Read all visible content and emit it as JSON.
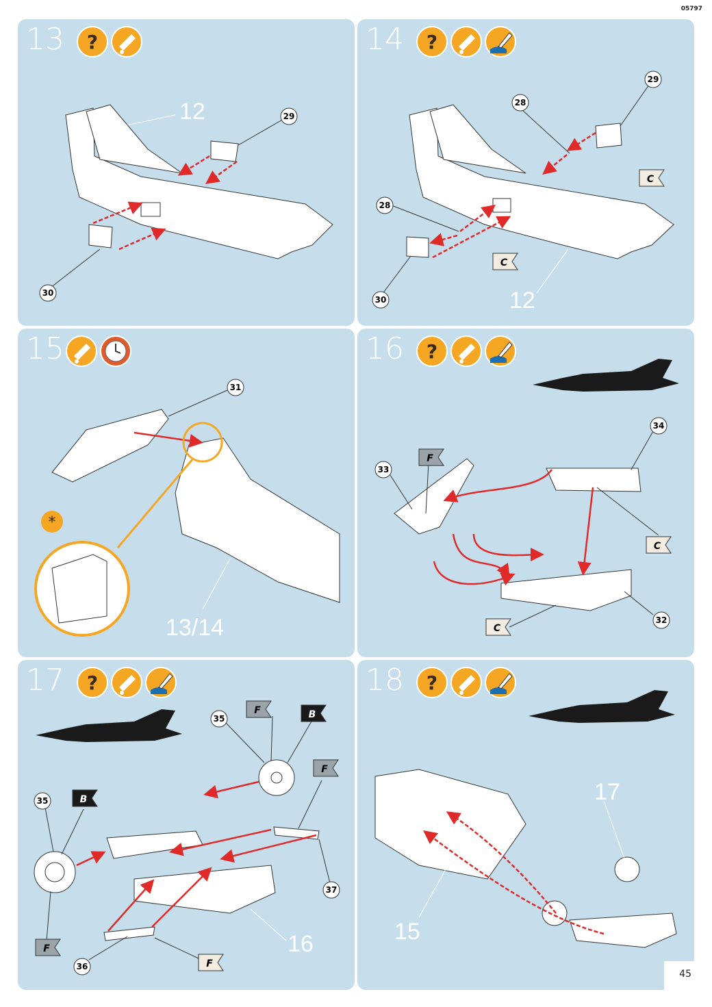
{
  "doc_code": "05797",
  "page_number": "45",
  "colors": {
    "panel": "#c6deec",
    "accent_orange": "#f5a623",
    "arrow_red": "#e02a2a"
  },
  "steps": [
    {
      "number": "13",
      "icons": [
        "question-icon",
        "glue-icon"
      ],
      "callouts": [
        "12",
        "29",
        "30"
      ]
    },
    {
      "number": "14",
      "icons": [
        "question-icon",
        "glue-icon",
        "paint-icon"
      ],
      "callouts": [
        "28",
        "29",
        "28",
        "30",
        "12"
      ],
      "paint_tags": [
        "C",
        "C"
      ]
    },
    {
      "number": "15",
      "icons": [
        "glue-icon",
        "clock-icon"
      ],
      "callouts": [
        "31",
        "13/14"
      ]
    },
    {
      "number": "16",
      "icons": [
        "question-icon",
        "glue-icon",
        "paint-icon"
      ],
      "callouts": [
        "33",
        "34",
        "32"
      ],
      "paint_tags": [
        "F",
        "C",
        "C"
      ]
    },
    {
      "number": "17",
      "icons": [
        "question-icon",
        "glue-icon",
        "paint-icon"
      ],
      "callouts": [
        "35",
        "35",
        "37",
        "36",
        "16"
      ],
      "paint_tags": [
        "F",
        "B",
        "F",
        "B",
        "F",
        "F"
      ]
    },
    {
      "number": "18",
      "icons": [
        "question-icon",
        "glue-icon",
        "paint-icon"
      ],
      "callouts": [
        "17",
        "15"
      ]
    }
  ]
}
